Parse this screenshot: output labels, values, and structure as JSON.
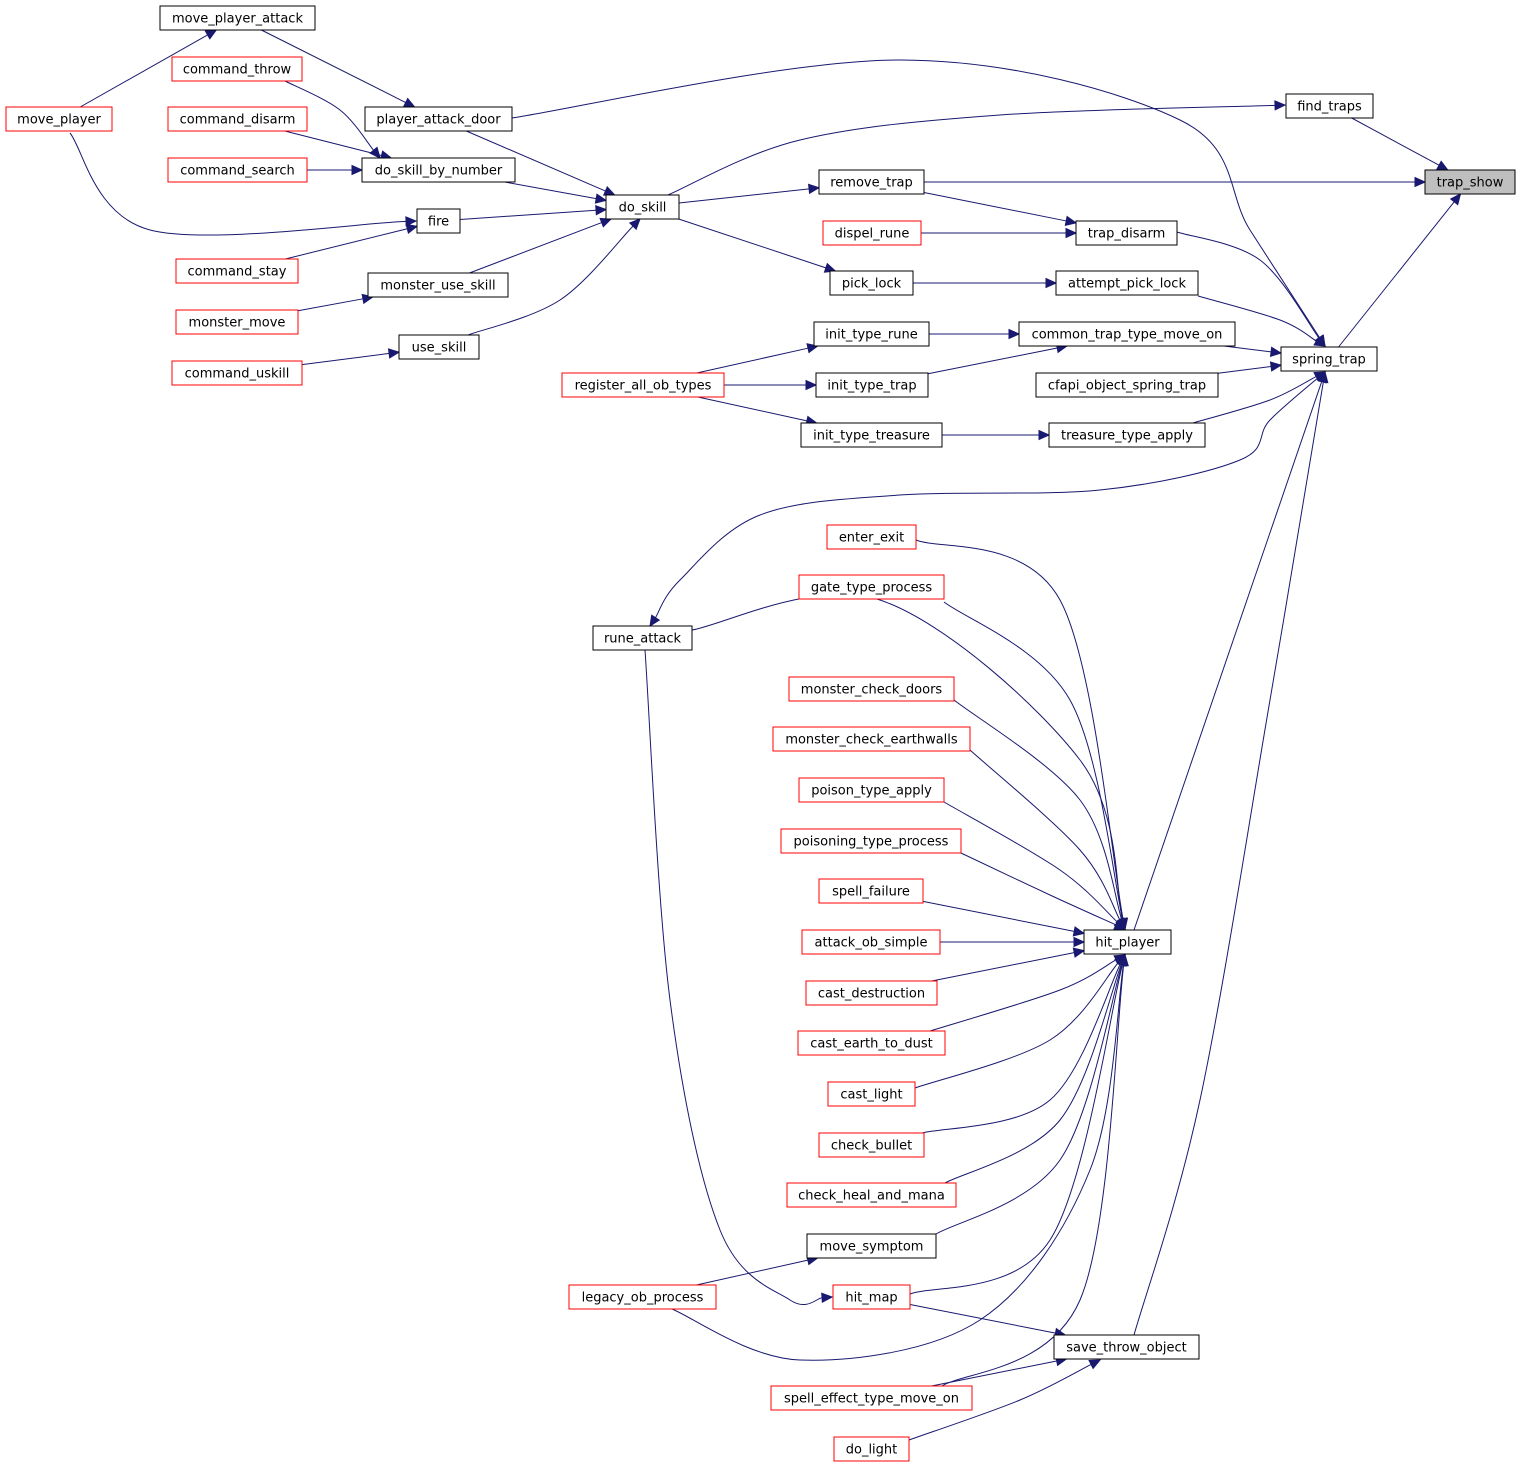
{
  "graph": {
    "colors": {
      "edge": "#191970",
      "node_border_default": "#000000",
      "node_border_red": "#ff0000",
      "root_fill": "#bfbfbf",
      "node_fill": "#ffffff"
    },
    "nodes": [
      {
        "id": "trap_show",
        "label": "trap_show",
        "style": "root"
      },
      {
        "id": "find_traps",
        "label": "find_traps",
        "style": "black"
      },
      {
        "id": "spring_trap",
        "label": "spring_trap",
        "style": "black"
      },
      {
        "id": "move_player_attack",
        "label": "move_player_attack",
        "style": "black"
      },
      {
        "id": "move_player",
        "label": "move_player",
        "style": "red"
      },
      {
        "id": "command_throw",
        "label": "command_throw",
        "style": "red"
      },
      {
        "id": "command_disarm",
        "label": "command_disarm",
        "style": "red"
      },
      {
        "id": "command_search",
        "label": "command_search",
        "style": "red"
      },
      {
        "id": "command_stay",
        "label": "command_stay",
        "style": "red"
      },
      {
        "id": "monster_move",
        "label": "monster_move",
        "style": "red"
      },
      {
        "id": "command_uskill",
        "label": "command_uskill",
        "style": "red"
      },
      {
        "id": "player_attack_door",
        "label": "player_attack_door",
        "style": "black"
      },
      {
        "id": "do_skill_by_number",
        "label": "do_skill_by_number",
        "style": "black"
      },
      {
        "id": "fire",
        "label": "fire",
        "style": "black"
      },
      {
        "id": "monster_use_skill",
        "label": "monster_use_skill",
        "style": "black"
      },
      {
        "id": "use_skill",
        "label": "use_skill",
        "style": "black"
      },
      {
        "id": "do_skill",
        "label": "do_skill",
        "style": "black"
      },
      {
        "id": "register_all_ob_types",
        "label": "register_all_ob_types",
        "style": "red"
      },
      {
        "id": "remove_trap",
        "label": "remove_trap",
        "style": "black"
      },
      {
        "id": "dispel_rune",
        "label": "dispel_rune",
        "style": "red"
      },
      {
        "id": "pick_lock",
        "label": "pick_lock",
        "style": "black"
      },
      {
        "id": "init_type_rune",
        "label": "init_type_rune",
        "style": "black"
      },
      {
        "id": "init_type_trap",
        "label": "init_type_trap",
        "style": "black"
      },
      {
        "id": "init_type_treasure",
        "label": "init_type_treasure",
        "style": "black"
      },
      {
        "id": "trap_disarm",
        "label": "trap_disarm",
        "style": "black"
      },
      {
        "id": "attempt_pick_lock",
        "label": "attempt_pick_lock",
        "style": "black"
      },
      {
        "id": "common_trap_type_move_on",
        "label": "common_trap_type_move_on",
        "style": "black"
      },
      {
        "id": "cfapi_object_spring_trap",
        "label": "cfapi_object_spring_trap",
        "style": "black"
      },
      {
        "id": "treasure_type_apply",
        "label": "treasure_type_apply",
        "style": "black"
      },
      {
        "id": "rune_attack",
        "label": "rune_attack",
        "style": "black"
      },
      {
        "id": "enter_exit",
        "label": "enter_exit",
        "style": "red"
      },
      {
        "id": "gate_type_process",
        "label": "gate_type_process",
        "style": "red"
      },
      {
        "id": "monster_check_doors",
        "label": "monster_check_doors",
        "style": "red"
      },
      {
        "id": "monster_check_earthwalls",
        "label": "monster_check_earthwalls",
        "style": "red"
      },
      {
        "id": "poison_type_apply",
        "label": "poison_type_apply",
        "style": "red"
      },
      {
        "id": "poisoning_type_process",
        "label": "poisoning_type_process",
        "style": "red"
      },
      {
        "id": "spell_failure",
        "label": "spell_failure",
        "style": "red"
      },
      {
        "id": "attack_ob_simple",
        "label": "attack_ob_simple",
        "style": "red"
      },
      {
        "id": "cast_destruction",
        "label": "cast_destruction",
        "style": "red"
      },
      {
        "id": "cast_earth_to_dust",
        "label": "cast_earth_to_dust",
        "style": "red"
      },
      {
        "id": "cast_light",
        "label": "cast_light",
        "style": "red"
      },
      {
        "id": "check_bullet",
        "label": "check_bullet",
        "style": "red"
      },
      {
        "id": "check_heal_and_mana",
        "label": "check_heal_and_mana",
        "style": "red"
      },
      {
        "id": "move_symptom",
        "label": "move_symptom",
        "style": "black"
      },
      {
        "id": "hit_map",
        "label": "hit_map",
        "style": "red"
      },
      {
        "id": "legacy_ob_process",
        "label": "legacy_ob_process",
        "style": "red"
      },
      {
        "id": "spell_effect_type_move_on",
        "label": "spell_effect_type_move_on",
        "style": "red"
      },
      {
        "id": "do_light",
        "label": "do_light",
        "style": "red"
      },
      {
        "id": "hit_player",
        "label": "hit_player",
        "style": "black"
      },
      {
        "id": "save_throw_object",
        "label": "save_throw_object",
        "style": "black"
      }
    ],
    "edges": [
      [
        "find_traps",
        "trap_show"
      ],
      [
        "spring_trap",
        "trap_show"
      ],
      [
        "remove_trap",
        "trap_show"
      ],
      [
        "move_player",
        "move_player_attack"
      ],
      [
        "move_player_attack",
        "player_attack_door"
      ],
      [
        "command_throw",
        "do_skill_by_number"
      ],
      [
        "command_disarm",
        "do_skill_by_number"
      ],
      [
        "command_search",
        "do_skill_by_number"
      ],
      [
        "move_player",
        "fire"
      ],
      [
        "command_stay",
        "fire"
      ],
      [
        "monster_move",
        "monster_use_skill"
      ],
      [
        "command_uskill",
        "use_skill"
      ],
      [
        "player_attack_door",
        "do_skill"
      ],
      [
        "do_skill_by_number",
        "do_skill"
      ],
      [
        "fire",
        "do_skill"
      ],
      [
        "monster_use_skill",
        "do_skill"
      ],
      [
        "use_skill",
        "do_skill"
      ],
      [
        "do_skill",
        "find_traps"
      ],
      [
        "do_skill",
        "remove_trap"
      ],
      [
        "do_skill",
        "pick_lock"
      ],
      [
        "player_attack_door",
        "spring_trap"
      ],
      [
        "remove_trap",
        "trap_disarm"
      ],
      [
        "dispel_rune",
        "trap_disarm"
      ],
      [
        "pick_lock",
        "attempt_pick_lock"
      ],
      [
        "register_all_ob_types",
        "init_type_rune"
      ],
      [
        "register_all_ob_types",
        "init_type_trap"
      ],
      [
        "register_all_ob_types",
        "init_type_treasure"
      ],
      [
        "init_type_rune",
        "common_trap_type_move_on"
      ],
      [
        "init_type_trap",
        "common_trap_type_move_on"
      ],
      [
        "init_type_treasure",
        "treasure_type_apply"
      ],
      [
        "trap_disarm",
        "spring_trap"
      ],
      [
        "attempt_pick_lock",
        "spring_trap"
      ],
      [
        "common_trap_type_move_on",
        "spring_trap"
      ],
      [
        "cfapi_object_spring_trap",
        "spring_trap"
      ],
      [
        "treasure_type_apply",
        "spring_trap"
      ],
      [
        "spring_trap",
        "rune_attack"
      ],
      [
        "rune_attack",
        "hit_player"
      ],
      [
        "rune_attack",
        "hit_map"
      ],
      [
        "enter_exit",
        "hit_player"
      ],
      [
        "gate_type_process",
        "hit_player"
      ],
      [
        "monster_check_doors",
        "hit_player"
      ],
      [
        "monster_check_earthwalls",
        "hit_player"
      ],
      [
        "poison_type_apply",
        "hit_player"
      ],
      [
        "poisoning_type_process",
        "hit_player"
      ],
      [
        "spell_failure",
        "hit_player"
      ],
      [
        "attack_ob_simple",
        "hit_player"
      ],
      [
        "cast_destruction",
        "hit_player"
      ],
      [
        "cast_earth_to_dust",
        "hit_player"
      ],
      [
        "cast_light",
        "hit_player"
      ],
      [
        "check_bullet",
        "hit_player"
      ],
      [
        "check_heal_and_mana",
        "hit_player"
      ],
      [
        "move_symptom",
        "hit_player"
      ],
      [
        "hit_map",
        "hit_player"
      ],
      [
        "legacy_ob_process",
        "hit_player"
      ],
      [
        "spell_effect_type_move_on",
        "hit_player"
      ],
      [
        "legacy_ob_process",
        "move_symptom"
      ],
      [
        "hit_map",
        "save_throw_object"
      ],
      [
        "spell_effect_type_move_on",
        "save_throw_object"
      ],
      [
        "do_light",
        "save_throw_object"
      ],
      [
        "hit_player",
        "spring_trap"
      ],
      [
        "save_throw_object",
        "spring_trap"
      ]
    ]
  }
}
